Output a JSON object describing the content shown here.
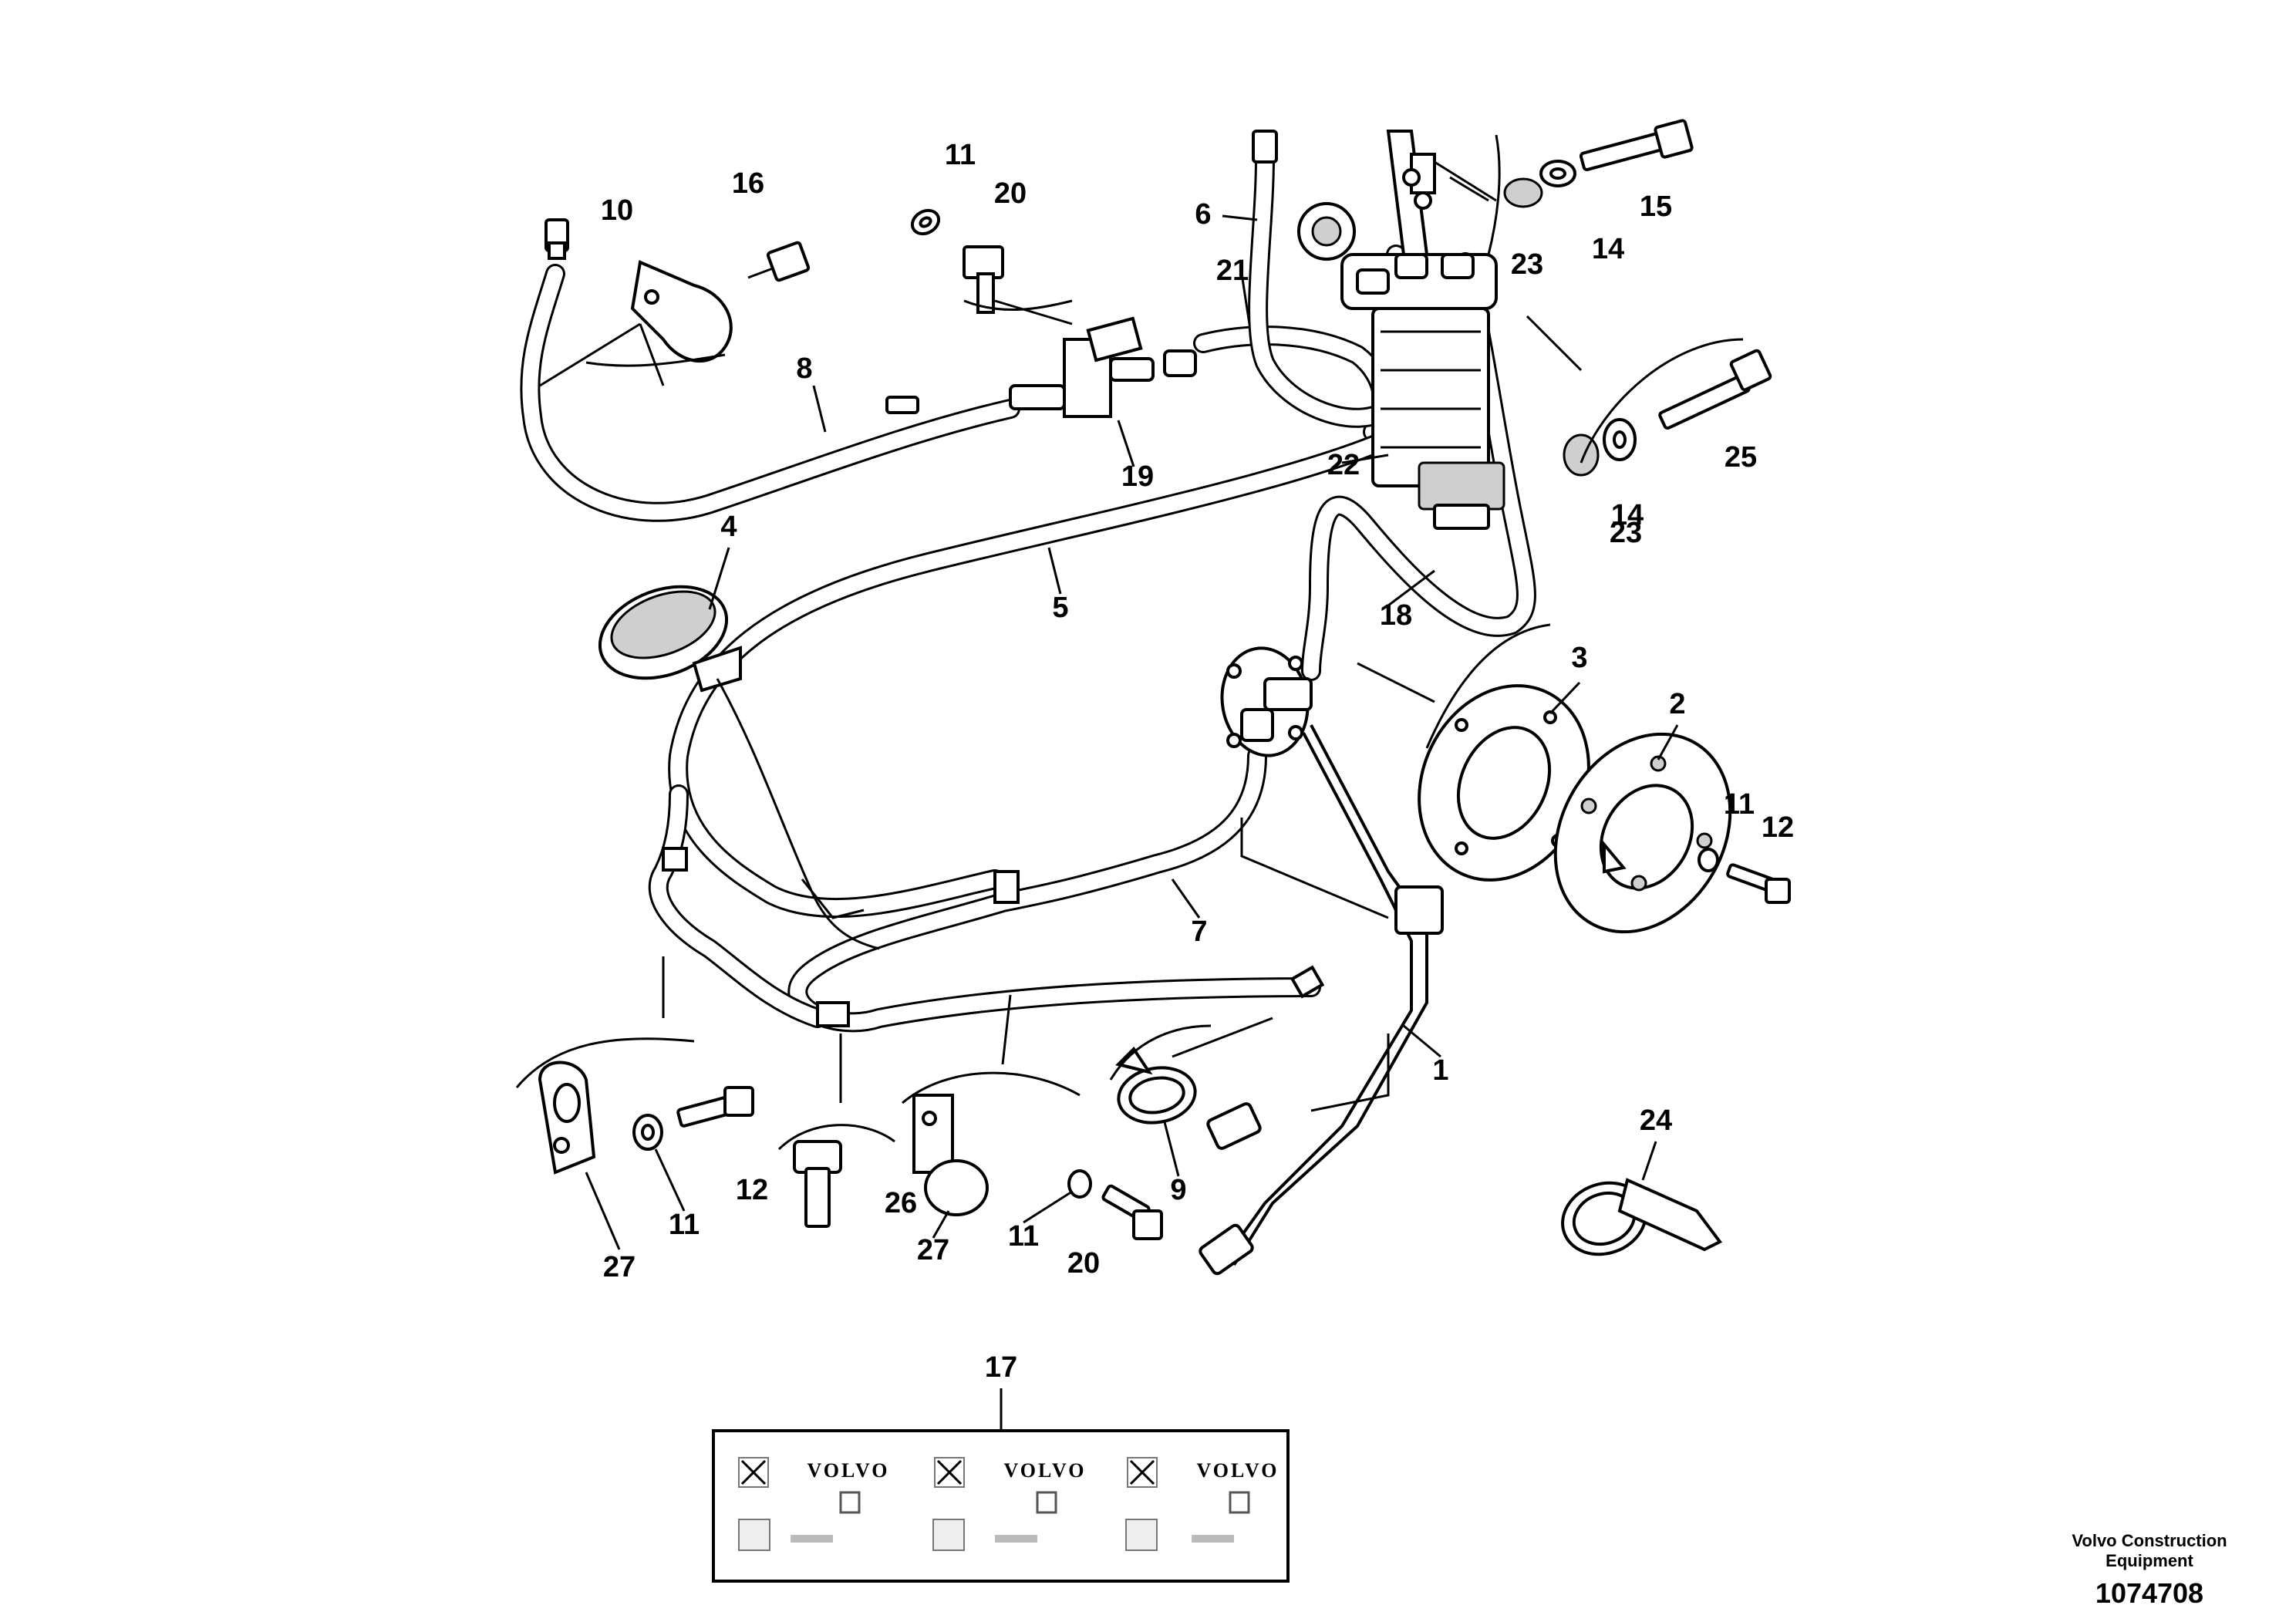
{
  "footer": {
    "company": "Volvo Construction Equipment",
    "drawing_number": "1074708"
  },
  "callouts": {
    "c1": "1",
    "c2": "2",
    "c3": "3",
    "c4": "4",
    "c5": "5",
    "c6": "6",
    "c7": "7",
    "c8": "8",
    "c9": "9",
    "c10": "10",
    "c11a": "11",
    "c11b": "11",
    "c11c": "11",
    "c11d": "11",
    "c12a": "12",
    "c12b": "12",
    "c14a": "14",
    "c14b": "14",
    "c15": "15",
    "c16": "16",
    "c17": "17",
    "c18": "18",
    "c19": "19",
    "c20a": "20",
    "c20b": "20",
    "c21": "21",
    "c22": "22",
    "c23a": "23",
    "c23b": "23",
    "c24": "24",
    "c25": "25",
    "c26": "26",
    "c27a": "27",
    "c27b": "27"
  },
  "decal": {
    "brand_1": "VOLVO",
    "brand_2": "VOLVO",
    "brand_3": "VOLVO"
  },
  "icons": [
    "fuel-pump-icon",
    "no-open-flame-icon"
  ]
}
